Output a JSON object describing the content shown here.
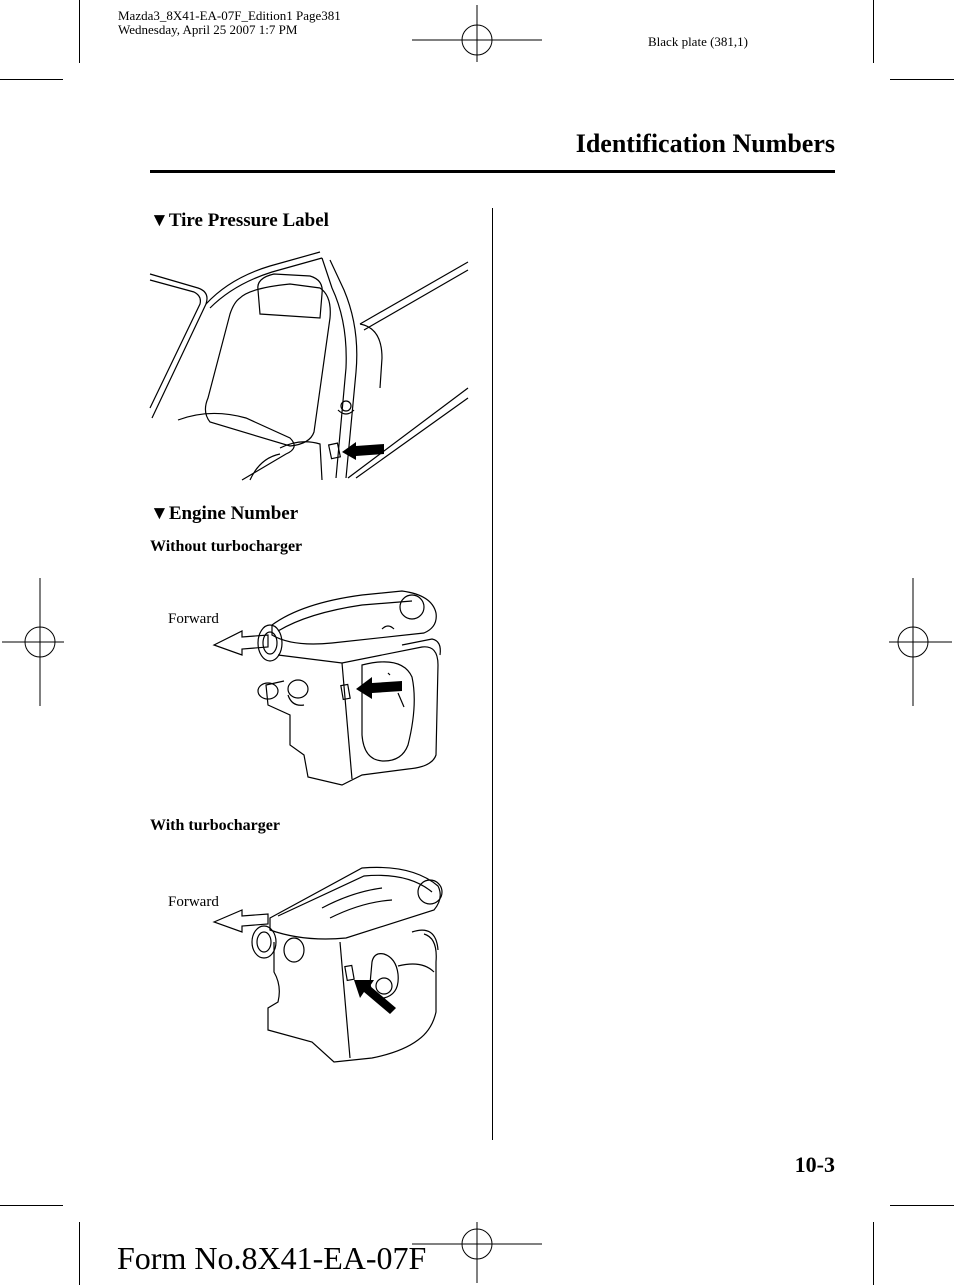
{
  "print_header": {
    "line1": "Mazda3_8X41-EA-07F_Edition1 Page381",
    "line2": "Wednesday, April 25 2007 1:7 PM",
    "plate": "Black plate (381,1)"
  },
  "section_title": "Identification Numbers",
  "tire_pressure": {
    "marker": "▼",
    "heading": "Tire Pressure Label"
  },
  "engine_number": {
    "marker": "▼",
    "heading": "Engine Number",
    "without_turbo": {
      "label": "Without turbocharger",
      "forward": "Forward"
    },
    "with_turbo": {
      "label": "With turbocharger",
      "forward": "Forward"
    }
  },
  "page_number": "10-3",
  "form_number": "Form No.8X41-EA-07F"
}
